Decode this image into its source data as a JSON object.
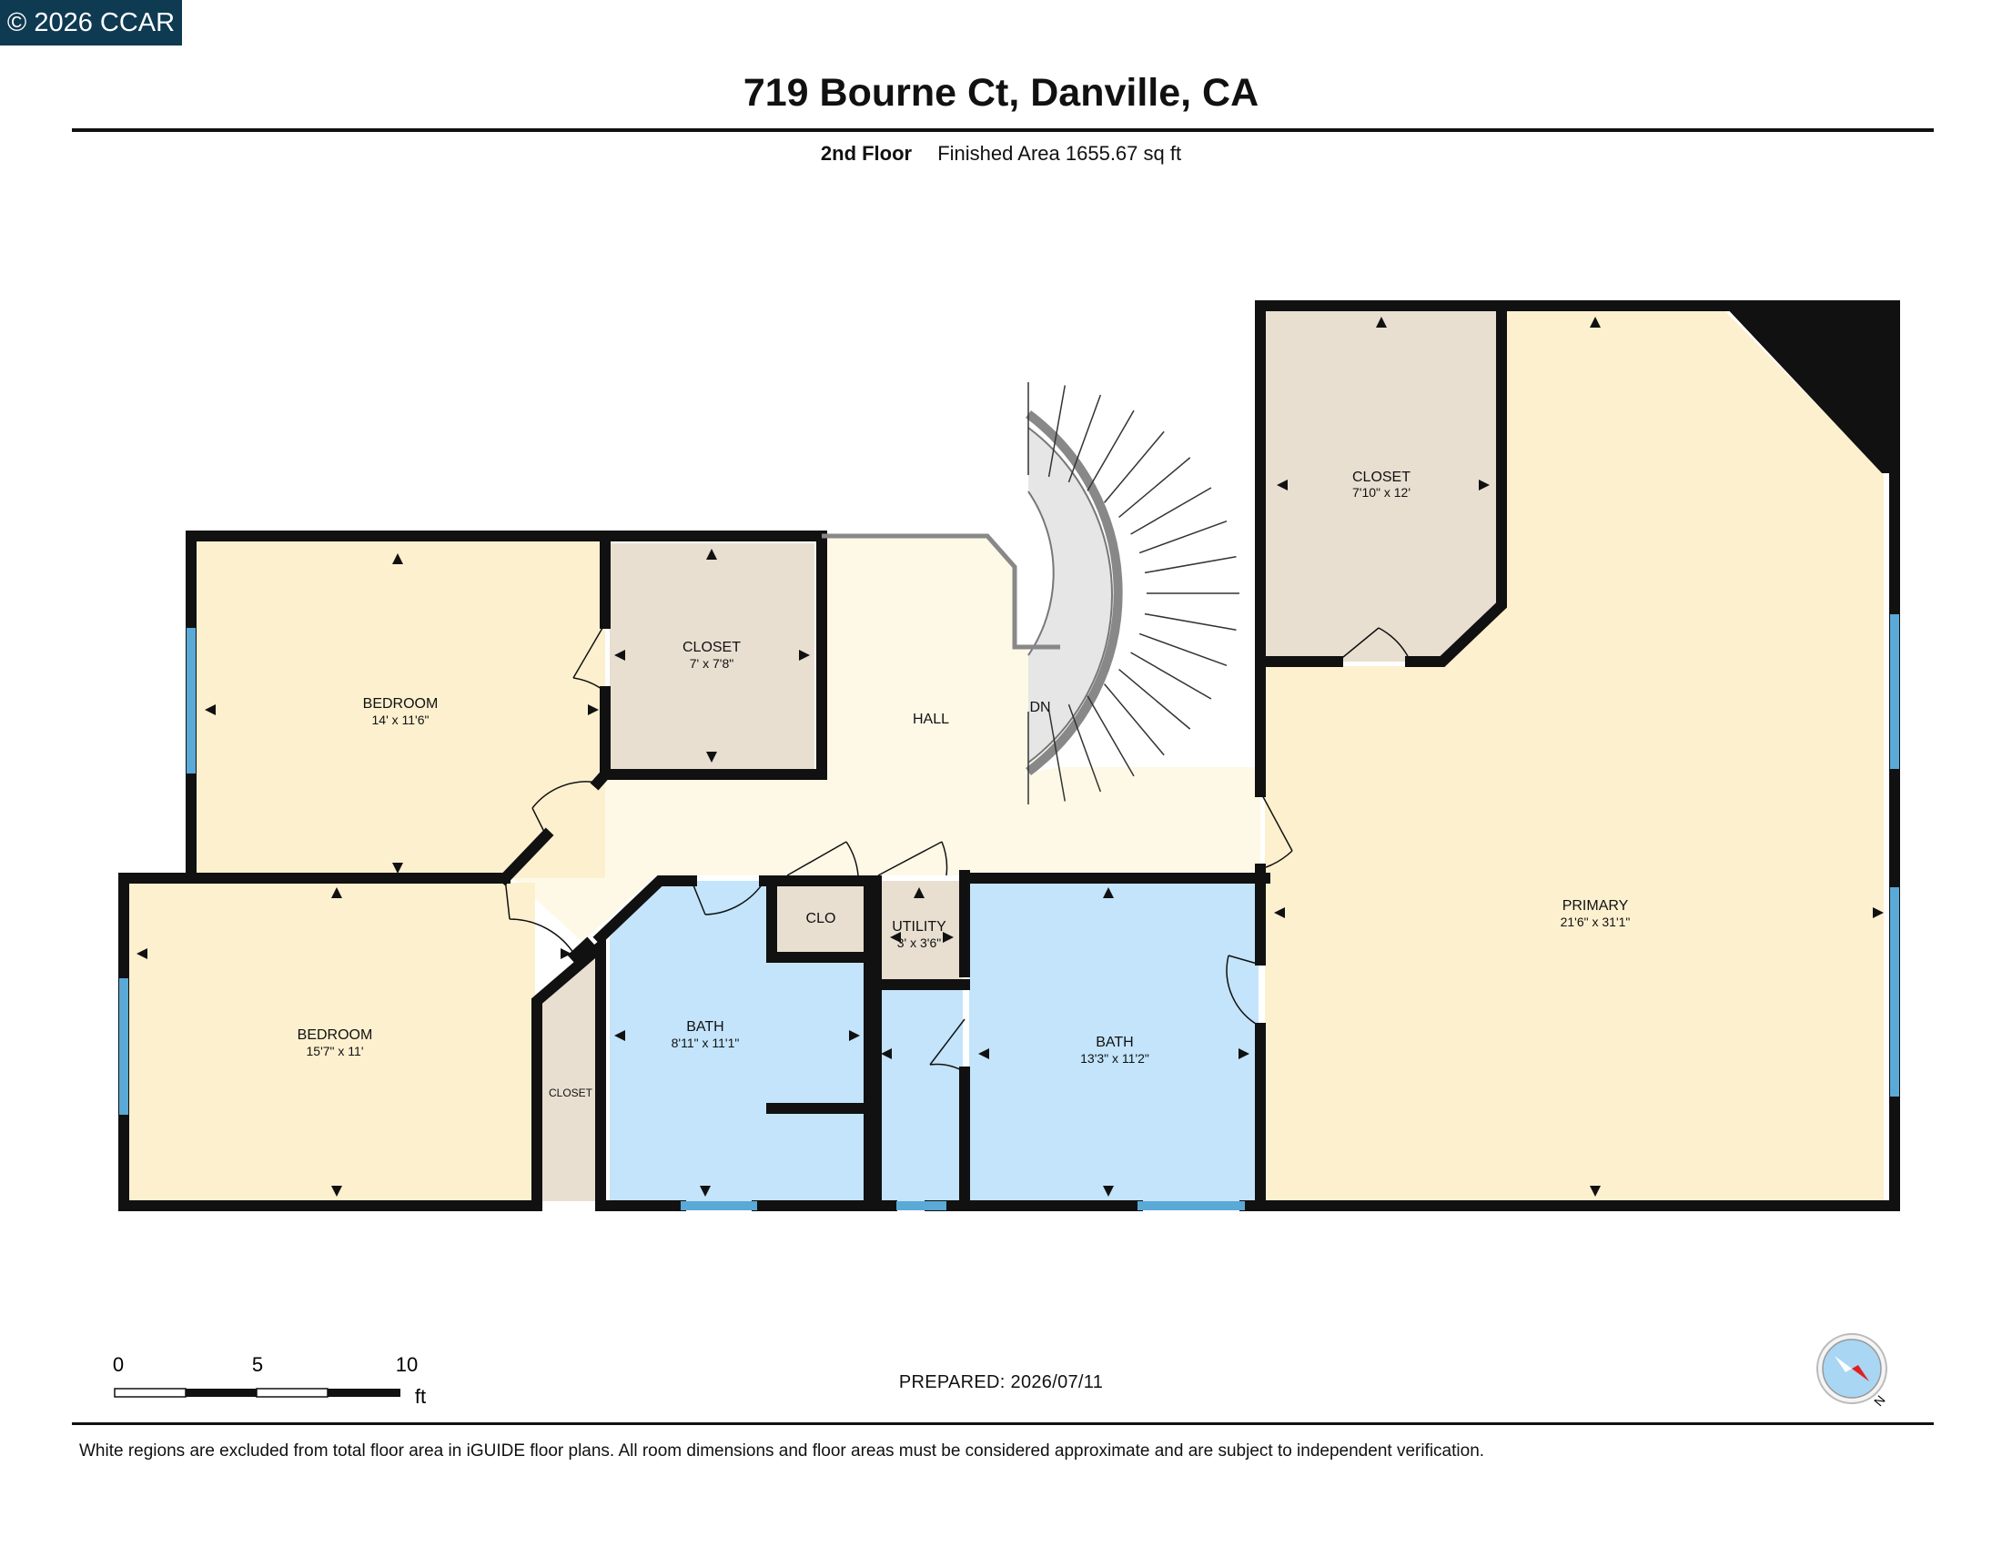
{
  "badge": "© 2026 CCAR",
  "title": "719 Bourne Ct, Danville, CA",
  "subtitle": {
    "floor": "2nd Floor",
    "area": "Finished Area 1655.67 sq ft"
  },
  "rooms": {
    "bedroom_top": {
      "name": "BEDROOM",
      "dims": "14' x 11'6\""
    },
    "closet_top": {
      "name": "CLOSET",
      "dims": "7' x 7'8\""
    },
    "hall": {
      "name": "HALL"
    },
    "stairs": {
      "label": "DN"
    },
    "closet_primary": {
      "name": "CLOSET",
      "dims": "7'10\" x 12'"
    },
    "primary": {
      "name": "PRIMARY",
      "dims": "21'6\" x 31'1\""
    },
    "bedroom_bottom": {
      "name": "BEDROOM",
      "dims": "15'7\" x 11'"
    },
    "closet_small": {
      "name": "CLOSET"
    },
    "bath_left": {
      "name": "BATH",
      "dims": "8'11\" x 11'1\""
    },
    "clo": {
      "name": "CLO"
    },
    "utility": {
      "name": "UTILITY",
      "dims": "3' x 3'6\""
    },
    "bath_right": {
      "name": "BATH",
      "dims": "13'3\" x 11'2\""
    }
  },
  "colors": {
    "bedroom": "#fdf0cf",
    "closet": "#e8dfd1",
    "hall": "#fef9e7",
    "bath": "#c3e4fb",
    "wall": "#111111",
    "window": "#5aa9d6"
  },
  "scale": {
    "ticks": [
      "0",
      "5",
      "10"
    ],
    "unit": "ft"
  },
  "compass": {
    "north_label": "N"
  },
  "prepared": "PREPARED: 2026/07/11",
  "footnote": "White regions are excluded from total floor area in iGUIDE floor plans. All room dimensions and floor areas must be considered approximate and are subject to independent verification."
}
